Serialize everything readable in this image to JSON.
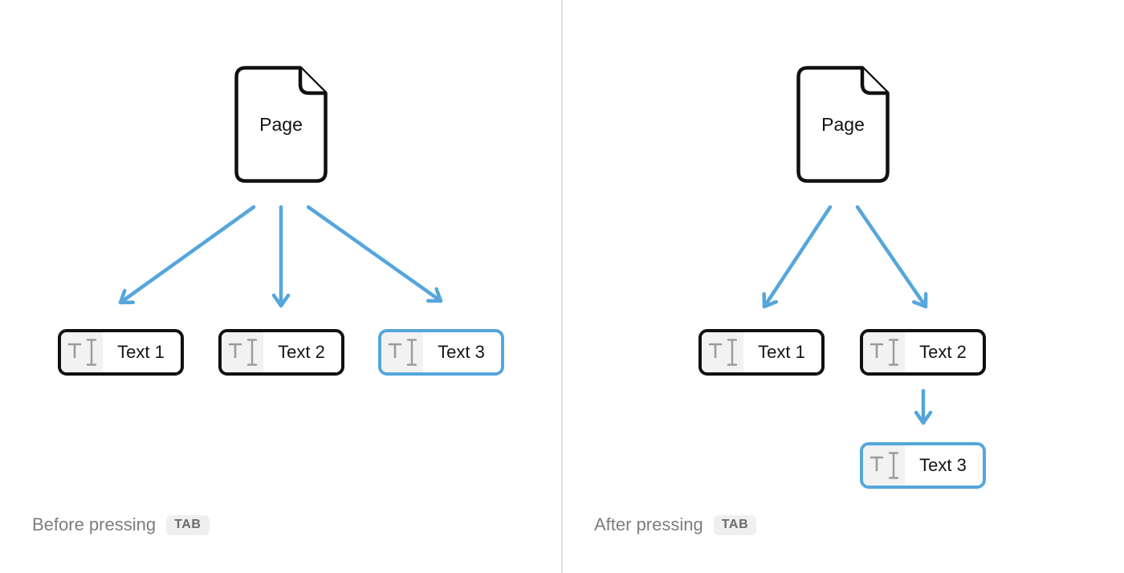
{
  "colors": {
    "arrow": "#55a6db",
    "selected_border": "#55a6db",
    "block_border": "#101010",
    "icon_gray": "#9b9b9b",
    "icon_bg": "#f2f2f2",
    "caption_text": "#7d7d7d",
    "badge_bg": "#efefef",
    "badge_text": "#6b6b6b",
    "divider": "#e1e1e1"
  },
  "panels": {
    "before": {
      "page_label": "Page",
      "blocks": [
        {
          "label": "Text 1",
          "icon": "text-block-icon",
          "selected": false
        },
        {
          "label": "Text 2",
          "icon": "text-block-icon",
          "selected": false
        },
        {
          "label": "Text 3",
          "icon": "text-block-icon",
          "selected": true
        }
      ],
      "caption": "Before pressing",
      "key_label": "TAB"
    },
    "after": {
      "page_label": "Page",
      "blocks": [
        {
          "label": "Text 1",
          "icon": "text-block-icon",
          "selected": false
        },
        {
          "label": "Text 2",
          "icon": "text-block-icon",
          "selected": false
        },
        {
          "label": "Text 3",
          "icon": "text-block-icon",
          "selected": true
        }
      ],
      "caption": "After pressing",
      "key_label": "TAB"
    }
  }
}
